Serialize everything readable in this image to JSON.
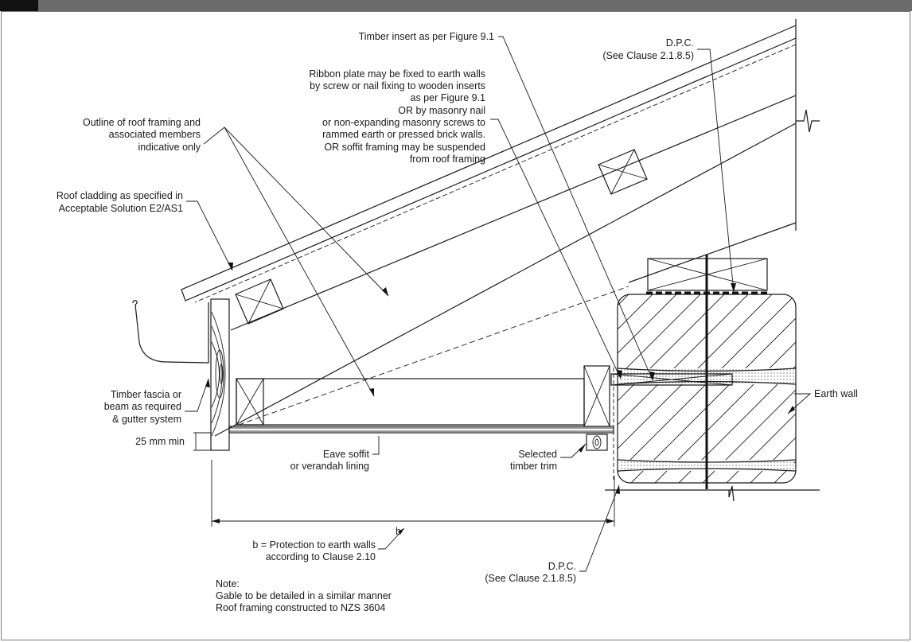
{
  "diagram": {
    "labels": {
      "timber_insert": "Timber insert as per Figure 9.1",
      "dpc_top_1": "D.P.C.",
      "dpc_top_2": "(See Clause 2.1.8.5)",
      "ribbon_1": "Ribbon plate may be fixed to earth walls",
      "ribbon_2": "by screw or nail fixing to wooden inserts",
      "ribbon_3": "as per Figure 9.1",
      "ribbon_4": "OR by masonry nail",
      "ribbon_5": "or non-expanding masonry screws to",
      "ribbon_6": "rammed earth or pressed brick walls.",
      "ribbon_7": "OR soffit framing may be suspended",
      "ribbon_8": "from roof framing",
      "outline_1": "Outline of roof framing and",
      "outline_2": "associated members",
      "outline_3": "indicative only",
      "cladding_1": "Roof cladding as specified in",
      "cladding_2": "Acceptable Solution E2/AS1",
      "fascia_1": "Timber fascia or",
      "fascia_2": "beam as required",
      "fascia_3": "& gutter system",
      "min25": "25 mm min",
      "soffit_1": "Eave soffit",
      "soffit_2": "or verandah lining",
      "trim_1": "Selected",
      "trim_2": "timber trim",
      "earth_wall": "Earth wall",
      "dim_b": "b",
      "b_def_1": "b = Protection to earth walls",
      "b_def_2": "according to Clause 2.10",
      "dpc_bot_1": "D.P.C.",
      "dpc_bot_2": "(See Clause 2.1.8.5)",
      "note_title": "Note:",
      "note_1": "Gable to be detailed in a similar manner",
      "note_2": "Roof framing constructed to NZS 3604"
    }
  }
}
